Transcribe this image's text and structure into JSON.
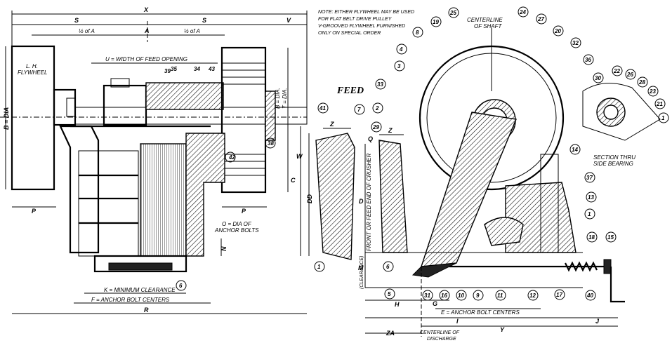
{
  "note": {
    "lines": [
      "NOTE: EITHER FLYWHEEL MAY BE USED",
      "FOR FLAT BELT DRIVE PULLEY",
      "V-GROOVED FLYWHEEL FURNISHED",
      "ONLY ON SPECIAL ORDER"
    ]
  },
  "top_dims": {
    "x": "X",
    "s_left": "S",
    "s_right": "S",
    "v": "V",
    "half_a_left": "½ of A",
    "a": "A",
    "half_a_right": "½ of A",
    "u": "U = WIDTH OF FEED OPENING"
  },
  "left_labels": {
    "flywheel": [
      "L. H.",
      "FLYWHEEL"
    ],
    "b_dia": "B = DIA",
    "p_left": "P",
    "p_right": "P",
    "b_t_dia": [
      "B = DIA.",
      "T = DIA."
    ],
    "c": "C",
    "w": "W",
    "dd": "DD",
    "n": "N",
    "anchor_dia": [
      "O = DIA OF",
      "ANCHOR BOLTS"
    ],
    "k": "K = MINIMUM CLEARANCE",
    "f": "F = ANCHOR BOLT CENTERS",
    "r": "R"
  },
  "right_labels": {
    "feed": "FEED",
    "centerline_shaft": [
      "CENTERLINE",
      "OF SHAFT"
    ],
    "z1": "Z",
    "z2": "Z",
    "q": "Q",
    "d": "D",
    "front_text": "FRONT OR FEED END OF CRUSHER",
    "m": "M",
    "clearance": "(CLEARANCE)",
    "h": "H",
    "g": "G",
    "e": "E = ANCHOR BOLT CENTERS",
    "i": "I",
    "y": "Y",
    "j": "J",
    "za": "ZA",
    "centerline_discharge": [
      "CENTERLINE OF",
      "DISCHARGE"
    ],
    "section": [
      "SECTION THRU",
      "SIDE BEARING"
    ]
  },
  "part_numbers": {
    "n39": "39",
    "n35": "35",
    "n34": "34",
    "n43": "43",
    "n42": "42",
    "n38": "38",
    "n6": "6",
    "n41": "41",
    "n7": "7",
    "n2": "2",
    "n29": "29",
    "n3": "3",
    "n33": "33",
    "n4": "4",
    "n8": "8",
    "n19": "19",
    "n25": "25",
    "n24": "24",
    "n27": "27",
    "n20": "20",
    "n32": "32",
    "n36": "36",
    "n30": "30",
    "n14": "14",
    "n37": "37",
    "n13": "13",
    "n1a": "1",
    "n18": "18",
    "n15": "15",
    "n17": "17",
    "n40": "40",
    "n12": "12",
    "n11": "11",
    "n9": "9",
    "n10": "10",
    "n16": "16",
    "n31": "31",
    "n5": "5",
    "n6b": "6",
    "n1b": "1",
    "n22": "22",
    "n26": "26",
    "n28": "28",
    "n23": "23",
    "n21": "21",
    "n1c": "1"
  }
}
